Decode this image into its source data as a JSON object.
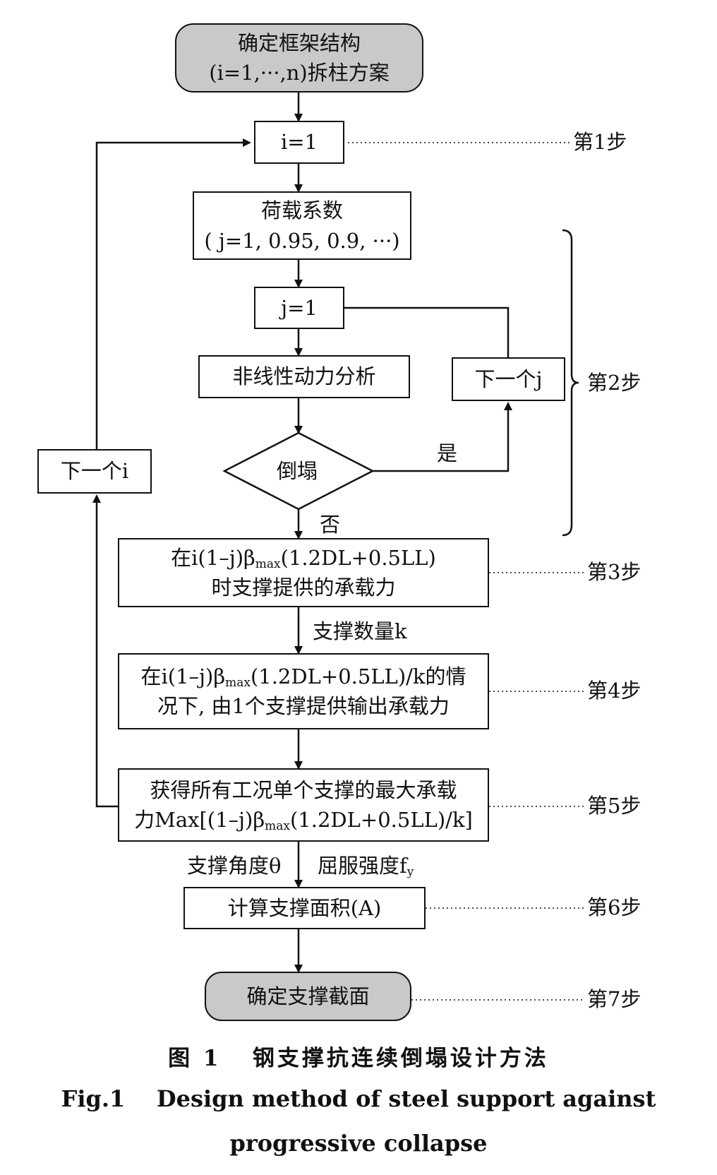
{
  "nodes": {
    "start": [
      "确定框架结构",
      "(i=1,···,n)拆柱方案"
    ],
    "i1": "i=1",
    "load": [
      "荷载系数",
      "( j=1, 0.95, 0.9, ···)"
    ],
    "j1": "j=1",
    "analysis": "非线性动力分析",
    "collapse": "倒塌",
    "next_j": "下一个j",
    "next_i": "下一个i",
    "s3": {
      "pre": "在i(1–j)β",
      "sub": "max",
      "post": "(1.2DL+0.5LL)",
      "line2": "时支撑提供的承载力"
    },
    "s4": {
      "pre": "在i(1–j)β",
      "sub": "max",
      "post": "(1.2DL+0.5LL)/k的情",
      "line2": "况下, 由1个支撑提供输出承载力"
    },
    "s5": {
      "line1": "获得所有工况单个支撑的最大承载",
      "pre": "力Max[(1–j)β",
      "sub": "max",
      "post": "(1.2DL+0.5LL)/k]"
    },
    "area": "计算支撑面积(A)",
    "end": "确定支撑截面"
  },
  "labels": {
    "yes": "是",
    "no": "否",
    "count": "支撑数量k",
    "angle": "支撑角度θ",
    "yield": "屈服强度f",
    "yield_sub": "y"
  },
  "steps": [
    "第1步",
    "第2步",
    "第3步",
    "第4步",
    "第5步",
    "第6步",
    "第7步"
  ],
  "caption": {
    "cn": "图 1   钢支撑抗连续倒塌设计方法",
    "en_line1": "Fig.1    Design method of steel support against",
    "en_line2": "progressive collapse"
  },
  "colors": {
    "terminal_fill": "#c9c9c9",
    "line": "#111111"
  }
}
